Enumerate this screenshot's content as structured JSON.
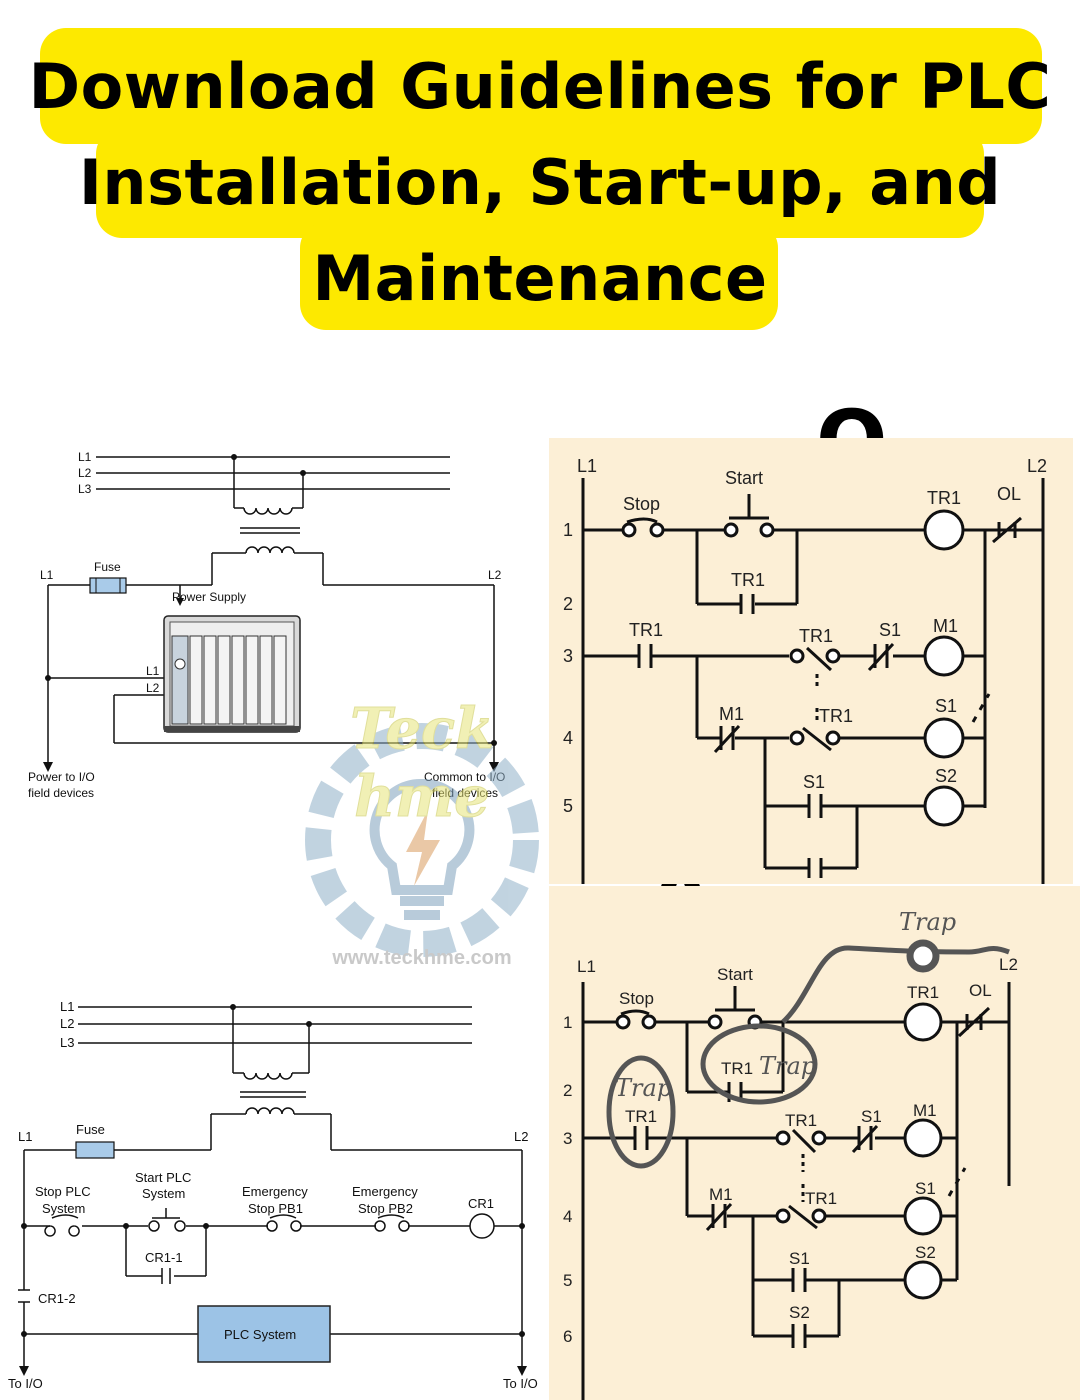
{
  "title": {
    "line1": "Download Guidelines for PLC",
    "line2": "Installation, Start-up, and",
    "line3": "Maintenance"
  },
  "labels": {
    "question": "Q",
    "answer": "A"
  },
  "watermark": {
    "name": "Teck hme",
    "url": "www.teckhme.com"
  },
  "diagram_top": {
    "lines": [
      "L1",
      "L2",
      "L3"
    ],
    "rail_left": "L1",
    "rail_right": "L2",
    "fuse": "Fuse",
    "power_supply": "Power Supply",
    "terminal_l1": "L1",
    "terminal_l2": "L2",
    "left_note": [
      "Power to I/O",
      "field devices"
    ],
    "right_note": [
      "Common to I/O",
      "field devices"
    ]
  },
  "diagram_bottom": {
    "lines": [
      "L1",
      "L2",
      "L3"
    ],
    "rail_left": "L1",
    "rail_right": "L2",
    "fuse": "Fuse",
    "stop_plc": [
      "Stop PLC",
      "System"
    ],
    "start_plc": [
      "Start PLC",
      "System"
    ],
    "estop1": [
      "Emergency",
      "Stop PB1"
    ],
    "estop2": [
      "Emergency",
      "Stop PB2"
    ],
    "cr1": "CR1",
    "cr1_1": "CR1-1",
    "cr1_2": "CR1-2",
    "plc_system": "PLC System",
    "to_io_left": "To I/O",
    "to_io_right": "To I/O"
  },
  "ladder_q": {
    "l1": "L1",
    "l2": "L2",
    "stop": "Stop",
    "start": "Start",
    "tr1_coil": "TR1",
    "ol": "OL",
    "tr1_seal": "TR1",
    "tr1_r3": "TR1",
    "tr1_nc": "TR1",
    "s1_nc": "S1",
    "m1_coil": "M1",
    "m1_nc": "M1",
    "tr1_no": "TR1",
    "s1_coil": "S1",
    "s1_contact": "S1",
    "s2_coil": "S2",
    "rungs": [
      "1",
      "2",
      "3",
      "4",
      "5"
    ]
  },
  "ladder_a": {
    "l1": "L1",
    "l2": "L2",
    "stop": "Stop",
    "start": "Start",
    "tr1_coil": "TR1",
    "ol": "OL",
    "tr1_seal": "TR1",
    "tr1_r3": "TR1",
    "tr1_nc": "TR1",
    "s1_nc": "S1",
    "m1_coil": "M1",
    "m1_nc": "M1",
    "tr1_no": "TR1",
    "s1_coil": "S1",
    "s1_contact": "S1",
    "s2_coil": "S2",
    "s2_contact": "S2",
    "trap1": "Trap",
    "trap2": "Trap",
    "trap3": "Trap",
    "rungs": [
      "1",
      "2",
      "3",
      "4",
      "5",
      "6"
    ]
  },
  "colors": {
    "title_bg": "#fde900",
    "panel_bg": "#fcefd6",
    "plc_box": "#9cc3e6",
    "fuse": "#a9cbe9"
  }
}
